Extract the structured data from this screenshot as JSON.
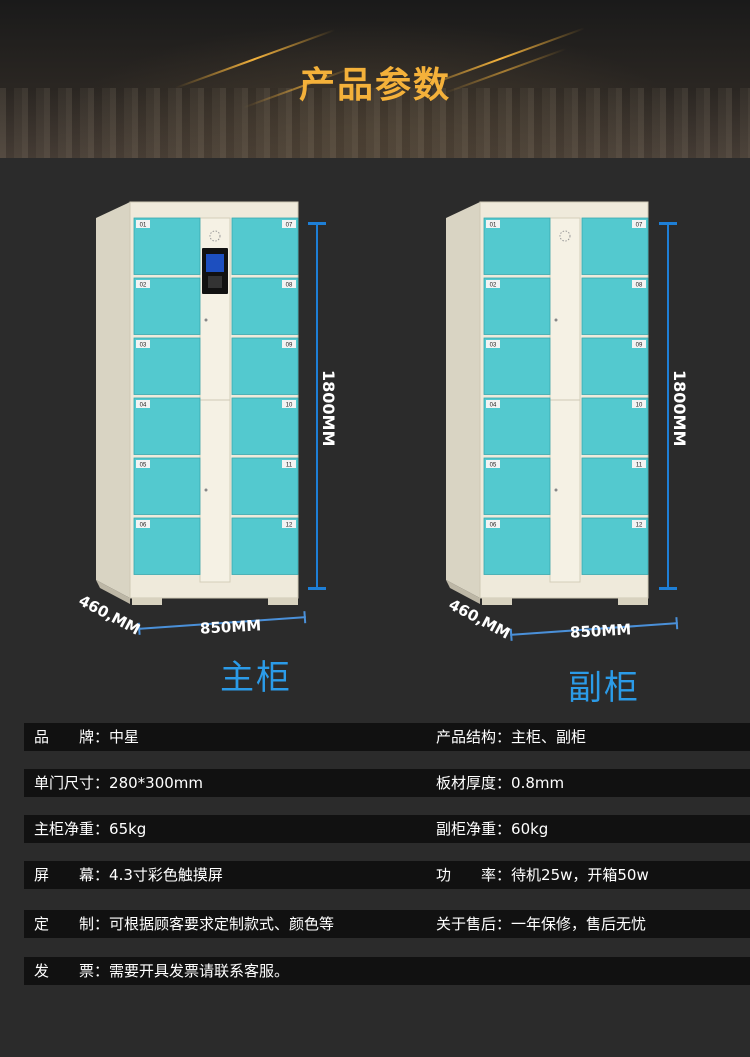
{
  "header": {
    "title": "产品参数"
  },
  "cabinets": [
    {
      "name": "主柜",
      "height": "1800MM",
      "width": "850MM",
      "depth": "460,MM",
      "doors_left": [
        "01",
        "02",
        "03",
        "04",
        "05",
        "06"
      ],
      "doors_right": [
        "07",
        "08",
        "09",
        "10",
        "11",
        "12"
      ],
      "has_screen": true
    },
    {
      "name": "副柜",
      "height": "1800MM",
      "width": "850MM",
      "depth": "460,MM",
      "doors_left": [
        "01",
        "02",
        "03",
        "04",
        "05",
        "06"
      ],
      "doors_right": [
        "07",
        "08",
        "09",
        "10",
        "11",
        "12"
      ],
      "has_screen": false
    }
  ],
  "colors": {
    "door": "#53c9cf",
    "frame": "#efeadb",
    "accent": "#f4b13a",
    "dimension": "#1e7fd6",
    "cabinet_name": "#2b9be8"
  },
  "specs": [
    {
      "left": {
        "label": "品　　牌",
        "value": "中星"
      },
      "right": {
        "label": "产品结构",
        "value": "主柜、副柜"
      }
    },
    {
      "left": {
        "label": "单门尺寸",
        "value": "280*300mm"
      },
      "right": {
        "label": "板材厚度",
        "value": "0.8mm"
      }
    },
    {
      "left": {
        "label": "主柜净重",
        "value": "65kg"
      },
      "right": {
        "label": "副柜净重",
        "value": "60kg"
      }
    },
    {
      "left": {
        "label": "屏　　幕",
        "value": "4.3寸彩色触摸屏"
      },
      "right": {
        "label": "功　　率",
        "value": "待机25w，开箱50w"
      }
    },
    {
      "left": {
        "label": "定　　制",
        "value": "可根据顾客要求定制款式、颜色等"
      },
      "right": {
        "label": "关于售后",
        "value": "一年保修，售后无忧"
      }
    },
    {
      "left": {
        "label": "发　　票",
        "value": "需要开具发票请联系客服。"
      },
      "right": null
    }
  ]
}
